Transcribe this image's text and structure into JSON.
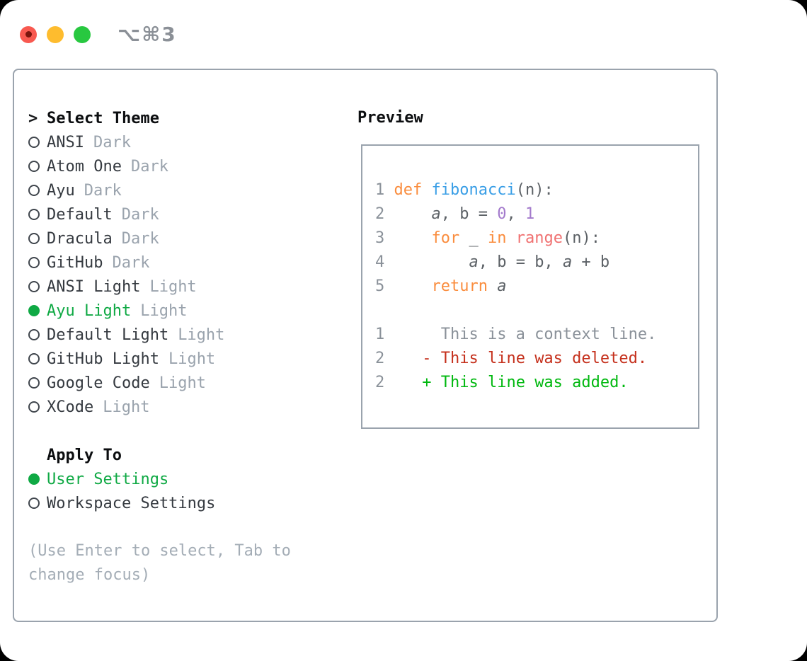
{
  "window": {
    "title": "⌥⌘3",
    "traffic_lights": [
      {
        "name": "close",
        "color": "#f85950",
        "dot": "#7a150d"
      },
      {
        "name": "minimize",
        "color": "#febc2e"
      },
      {
        "name": "zoom",
        "color": "#28c840"
      }
    ]
  },
  "theme_menu": {
    "prompt": ">",
    "header": "Select Theme",
    "items": [
      {
        "name": "ANSI",
        "variant": "Dark",
        "selected": false
      },
      {
        "name": "Atom One",
        "variant": "Dark",
        "selected": false
      },
      {
        "name": "Ayu",
        "variant": "Dark",
        "selected": false
      },
      {
        "name": "Default",
        "variant": "Dark",
        "selected": false
      },
      {
        "name": "Dracula",
        "variant": "Dark",
        "selected": false
      },
      {
        "name": "GitHub",
        "variant": "Dark",
        "selected": false
      },
      {
        "name": "ANSI Light",
        "variant": "Light",
        "selected": false
      },
      {
        "name": "Ayu Light",
        "variant": "Light",
        "selected": true
      },
      {
        "name": "Default Light",
        "variant": "Light",
        "selected": false
      },
      {
        "name": "GitHub Light",
        "variant": "Light",
        "selected": false
      },
      {
        "name": "Google Code",
        "variant": "Light",
        "selected": false
      },
      {
        "name": "XCode",
        "variant": "Light",
        "selected": false
      }
    ]
  },
  "apply_to": {
    "header": "Apply To",
    "options": [
      {
        "label": "User Settings",
        "selected": true
      },
      {
        "label": "Workspace Settings",
        "selected": false
      }
    ]
  },
  "hint": "(Use Enter to select, Tab to change focus)",
  "preview": {
    "label": "Preview",
    "lines": [
      {
        "num": "1",
        "tokens": [
          {
            "t": "def",
            "c": "keyword"
          },
          {
            "t": " ",
            "c": "code_text"
          },
          {
            "t": "fibonacci",
            "c": "function"
          },
          {
            "t": "(n):",
            "c": "code_text"
          }
        ]
      },
      {
        "num": "2",
        "tokens": [
          {
            "t": "    ",
            "c": "code_text"
          },
          {
            "t": "a",
            "c": "code_text",
            "i": true
          },
          {
            "t": ", b = ",
            "c": "code_text"
          },
          {
            "t": "0",
            "c": "number"
          },
          {
            "t": ", ",
            "c": "code_text"
          },
          {
            "t": "1",
            "c": "number"
          }
        ]
      },
      {
        "num": "3",
        "tokens": [
          {
            "t": "    ",
            "c": "code_text"
          },
          {
            "t": "for",
            "c": "keyword"
          },
          {
            "t": " _ ",
            "c": "code_text"
          },
          {
            "t": "in",
            "c": "keyword"
          },
          {
            "t": " ",
            "c": "code_text"
          },
          {
            "t": "range",
            "c": "builtin"
          },
          {
            "t": "(n):",
            "c": "code_text"
          }
        ]
      },
      {
        "num": "4",
        "tokens": [
          {
            "t": "        ",
            "c": "code_text"
          },
          {
            "t": "a",
            "c": "code_text",
            "i": true
          },
          {
            "t": ", b = b, ",
            "c": "code_text"
          },
          {
            "t": "a",
            "c": "code_text",
            "i": true
          },
          {
            "t": " + b",
            "c": "code_text"
          }
        ]
      },
      {
        "num": "5",
        "tokens": [
          {
            "t": "    ",
            "c": "code_text"
          },
          {
            "t": "return",
            "c": "keyword"
          },
          {
            "t": " ",
            "c": "code_text"
          },
          {
            "t": "a",
            "c": "code_text",
            "i": true
          }
        ]
      },
      {
        "num": "",
        "tokens": []
      },
      {
        "num": "1",
        "tokens": [
          {
            "t": "     This is a context line.",
            "c": "context"
          }
        ]
      },
      {
        "num": "2",
        "tokens": [
          {
            "t": "   ",
            "c": "code_text"
          },
          {
            "t": "- This line was deleted.",
            "c": "deleted"
          }
        ]
      },
      {
        "num": "2",
        "tokens": [
          {
            "t": "   ",
            "c": "code_text"
          },
          {
            "t": "+ This line was added.",
            "c": "added"
          }
        ]
      }
    ]
  },
  "colors": {
    "accent_green": "#0fa944",
    "keyword": "#fa8d3e",
    "function": "#399ee6",
    "builtin": "#f07171",
    "number": "#a37acc",
    "code_text": "#5c6166",
    "line_number": "#8a9199",
    "context": "#8a9199",
    "deleted": "#c5301c",
    "added": "#00b80f",
    "item_text": "#353a40",
    "variant_text": "#9aa3ad",
    "border": "#9aa3ad",
    "hint_text": "#a4adb6"
  }
}
